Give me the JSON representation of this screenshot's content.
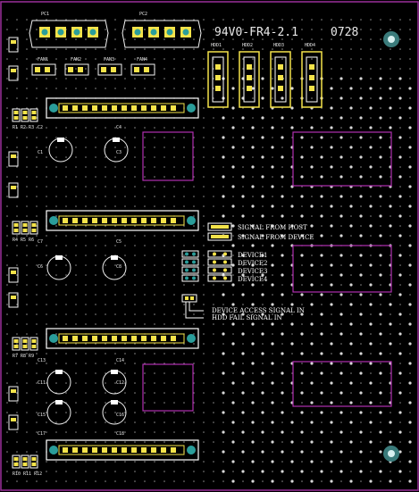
{
  "board": {
    "title": "94V0-FR4-2.1",
    "date_code": "0728",
    "colors": {
      "background": "#000000",
      "outline": "#9b2f9b",
      "copper": "#f4e34a",
      "pad": "#2a9d9a",
      "silk": "#f2f2f2"
    }
  },
  "power_connectors": [
    {
      "label": "PC1",
      "pins": 4
    },
    {
      "label": "PC2",
      "pins": 4
    }
  ],
  "fans": [
    "FAN1",
    "FAN2",
    "FAN3",
    "FAN4"
  ],
  "hdds": [
    "HDD1",
    "HDD2",
    "HDD3",
    "HDD4"
  ],
  "legend": {
    "signals": [
      "SIGNAL FROM HOST",
      "SIGNAL FROM DEVICE"
    ],
    "devices": [
      "DEVICE1",
      "DEVICE2",
      "DEVICE3",
      "DEVICE4"
    ],
    "access": [
      "DEVICE ACCESS SIGNAL IN",
      "HDD FAIL SIGNAL IN"
    ]
  },
  "cap_labels": [
    "C2",
    "C4",
    "C1",
    "C3",
    "C7",
    "C5",
    "C6",
    "C8",
    "C13",
    "C14",
    "C11",
    "C12",
    "C15",
    "C16",
    "C17",
    "C18"
  ],
  "rows": [
    "R1 R2 R3",
    "R4 R5 R6",
    "R7 R8 R9",
    "R10 R11 R12"
  ]
}
